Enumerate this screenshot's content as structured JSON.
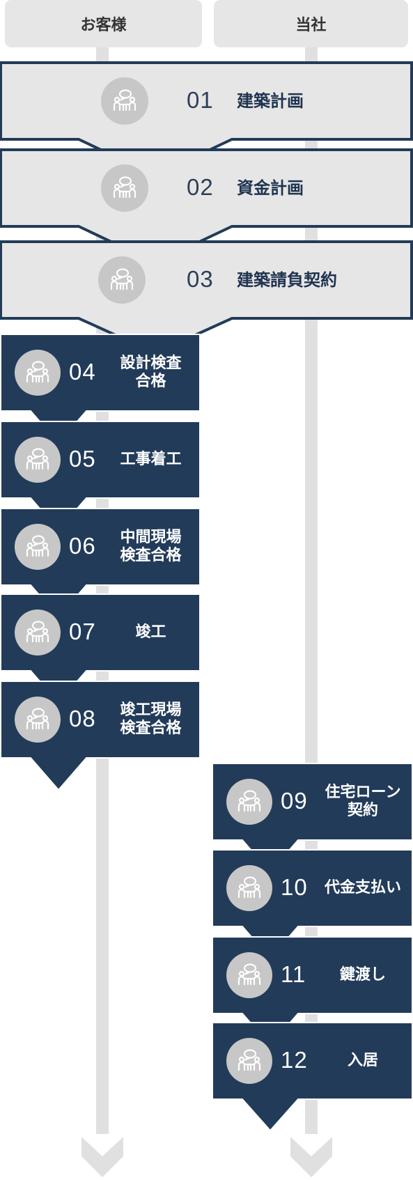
{
  "columns": {
    "customer": "お客様",
    "company": "当社"
  },
  "colors": {
    "dark_box": "#223b59",
    "light_box": "#e6e6e6",
    "border": "#223b59",
    "track": "#e0e0e0",
    "icon_circle": "#c7c7c7"
  },
  "steps": [
    {
      "num": "01",
      "label": "建築計画",
      "side": "both",
      "icon": "meeting-icon"
    },
    {
      "num": "02",
      "label": "資金計画",
      "side": "both",
      "icon": "meeting-icon"
    },
    {
      "num": "03",
      "label": "建築請負契約",
      "side": "both",
      "icon": "meeting-icon"
    },
    {
      "num": "04",
      "label": "設計検査\n合格",
      "side": "customer",
      "icon": "meeting-icon"
    },
    {
      "num": "05",
      "label": "工事着工",
      "side": "customer",
      "icon": "meeting-icon"
    },
    {
      "num": "06",
      "label": "中間現場\n検査合格",
      "side": "customer",
      "icon": "meeting-icon"
    },
    {
      "num": "07",
      "label": "竣工",
      "side": "customer",
      "icon": "meeting-icon"
    },
    {
      "num": "08",
      "label": "竣工現場\n検査合格",
      "side": "customer",
      "icon": "meeting-icon"
    },
    {
      "num": "09",
      "label": "住宅ローン\n契約",
      "side": "company",
      "icon": "meeting-icon"
    },
    {
      "num": "10",
      "label": "代金支払い",
      "side": "company",
      "icon": "meeting-icon"
    },
    {
      "num": "11",
      "label": "鍵渡し",
      "side": "company",
      "icon": "meeting-icon"
    },
    {
      "num": "12",
      "label": "入居",
      "side": "company",
      "icon": "meeting-icon"
    }
  ]
}
